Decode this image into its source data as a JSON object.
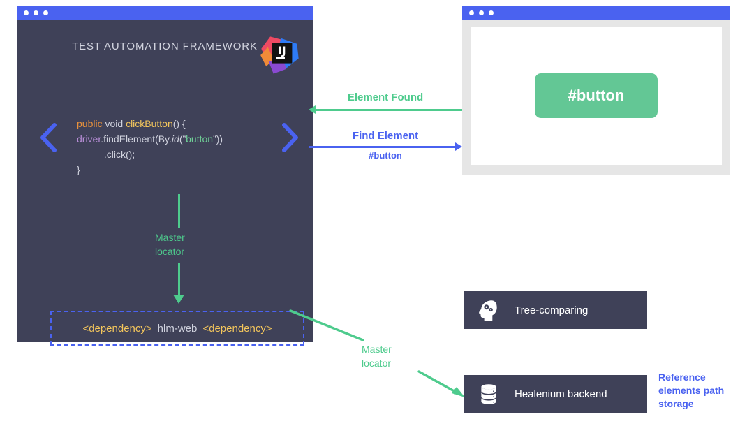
{
  "ide_window": {
    "title": "TEST AUTOMATION FRAMEWORK",
    "logo_name": "intellij-idea-logo",
    "logo_text": "IJ",
    "code": {
      "line1_kw": "public",
      "line1_void": " void ",
      "line1_method": "clickButton",
      "line1_tail": "() {",
      "line2_var": "driver",
      "line2_mid": ".findElement(By.",
      "line2_id": "id",
      "line2_paren": "(”",
      "line2_str": "button",
      "line2_close": "”))",
      "line3": "          .click();",
      "line4": "}"
    },
    "nav_prev_icon": "chevron-left-icon",
    "nav_next_icon": "chevron-right-icon",
    "dependency": {
      "open_tag": "<dependency>",
      "artifact": "hlm-web",
      "close_tag": "<dependency>"
    },
    "master_locator_inner": "Master\nlocator"
  },
  "arrows": {
    "element_found": "Element Found",
    "find_element": "Find Element",
    "find_element_sub": "#button",
    "master_locator_outer": "Master\nlocator"
  },
  "browser_window": {
    "button_label": "#button"
  },
  "cards": [
    {
      "label": "Tree-comparing",
      "icon": "head-with-gears-icon"
    },
    {
      "label": "Healenium backend",
      "icon": "database-icon"
    }
  ],
  "reference_note": "Reference elements path storage",
  "colors": {
    "blue": "#4a62f0",
    "green": "#4ecb8d",
    "button_green": "#63c795",
    "dark_panel": "#3f4158",
    "code_orange": "#e8913c",
    "code_yellow": "#f2c55c",
    "code_purple": "#b78dd6",
    "code_string": "#6fcf97",
    "frame_gray": "#e6e6e6"
  }
}
